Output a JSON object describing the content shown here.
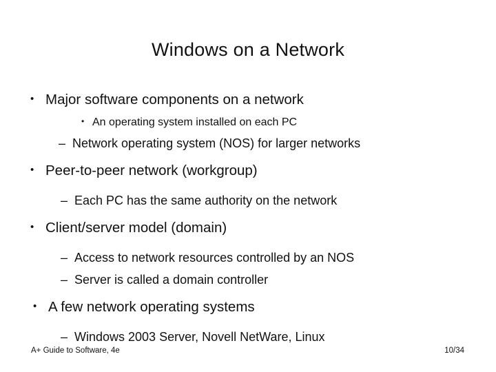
{
  "slide": {
    "title": "Windows on a Network",
    "background_color": "#ffffff",
    "text_color": "#111111",
    "bullets": {
      "b1": "Major software components on a network",
      "b1s1": "An operating system installed on each PC",
      "b1d1": "Network operating system (NOS) for larger networks",
      "b2": "Peer-to-peer network (workgroup)",
      "b2d1": "Each PC has the same authority on the network",
      "b3": "Client/server model (domain)",
      "b3d1": "Access to network resources controlled by an NOS",
      "b3d2": "Server is called a domain controller",
      "b4": "A few network operating systems",
      "b4d1": "Windows 2003 Server, Novell NetWare, Linux"
    },
    "markers": {
      "disc": "•",
      "dash": "–"
    },
    "footer": {
      "source": "A+ Guide to Software, 4e",
      "page": "10/34"
    }
  }
}
